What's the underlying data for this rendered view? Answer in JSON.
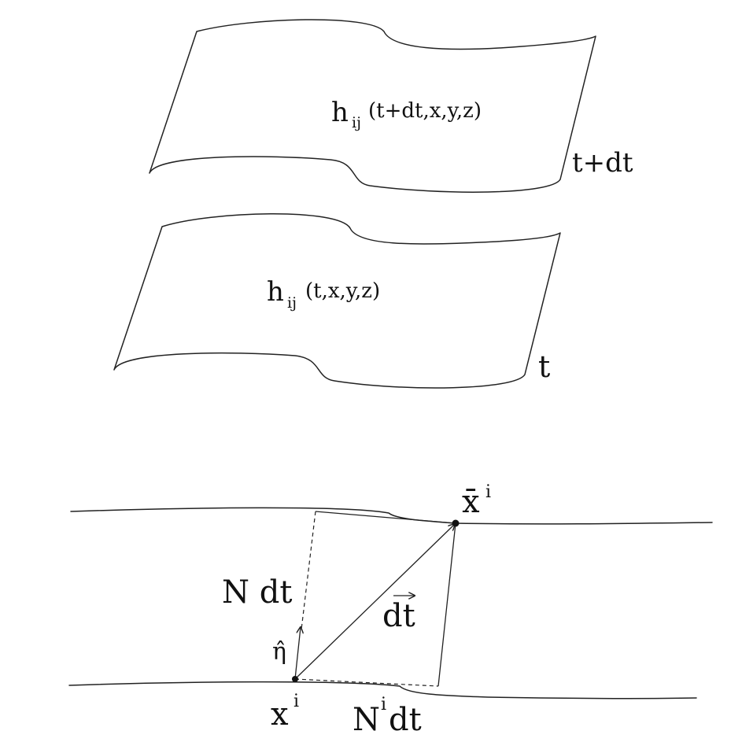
{
  "surfaces": {
    "upper": {
      "metric_base": "h",
      "metric_sub": "ij",
      "metric_args": "(t+dt,x,y,z)",
      "time_label": "t+dt"
    },
    "lower": {
      "metric_base": "h",
      "metric_sub": "ij",
      "metric_args": "(t,x,y,z)",
      "time_label": "t"
    }
  },
  "decomposition": {
    "lapse_label": "N dt",
    "normal_label": "η̂",
    "vector_label": "dt",
    "start_point_base": "x",
    "start_point_sup": "i",
    "end_point_base": "x̄",
    "end_point_sup": "i",
    "shift_base": "N",
    "shift_sup": "i",
    "shift_suffix": "dt"
  }
}
